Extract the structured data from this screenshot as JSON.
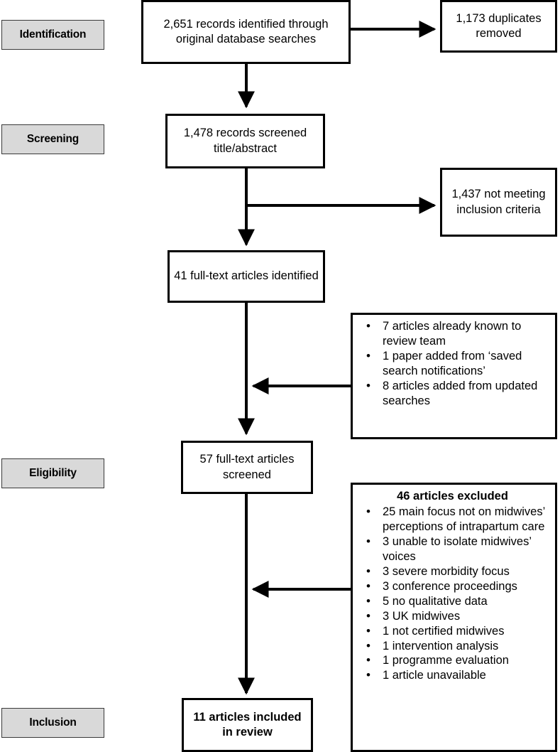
{
  "diagram": {
    "type": "prisma-flow-diagram",
    "stages": [
      {
        "id": "identification",
        "label": "Identification"
      },
      {
        "id": "screening",
        "label": "Screening"
      },
      {
        "id": "eligibility",
        "label": "Eligibility"
      },
      {
        "id": "inclusion",
        "label": "Inclusion"
      }
    ],
    "nodes": {
      "records_identified": "2,651 records identified through original database searches",
      "duplicates_removed": "1,173 duplicates removed",
      "records_screened": "1,478 records screened title/abstract",
      "not_meeting_criteria": "1,437 not meeting inclusion criteria",
      "fulltext_identified": "41 full-text articles identified",
      "fulltext_screened": "57 full-text articles screened",
      "articles_included": "11 articles included in review"
    },
    "added_box": {
      "items": [
        "7 articles already known to review team",
        "1 paper added from ‘saved search notifications’",
        "8 articles added from updated searches"
      ]
    },
    "excluded_box": {
      "title": "46 articles excluded",
      "items": [
        "25 main focus not on midwives’ perceptions of intrapartum care",
        "3 unable to isolate midwives’ voices",
        "3 severe morbidity focus",
        "3 conference proceedings",
        "5 no qualitative data",
        "3 UK midwives",
        "1 not certified midwives",
        "1 intervention analysis",
        "1 programme evaluation",
        "1 article unavailable"
      ]
    },
    "colors": {
      "stage_fill": "#d9d9d9",
      "box_border": "#000000",
      "connector": "#000000",
      "background": "#ffffff"
    }
  }
}
